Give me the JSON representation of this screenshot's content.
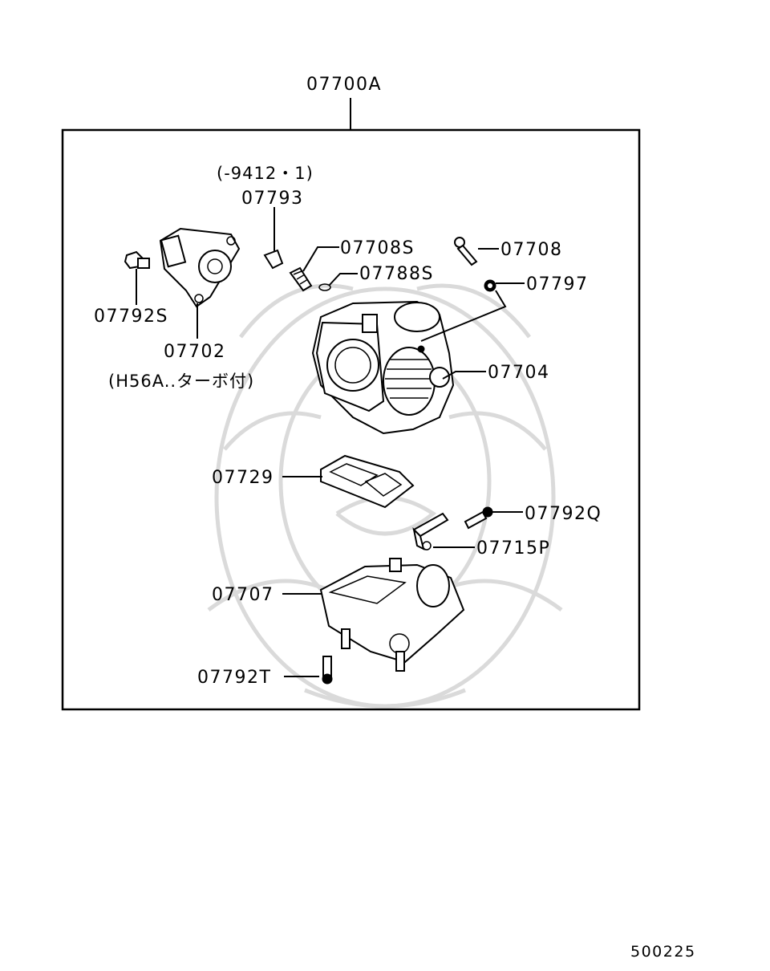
{
  "diagram": {
    "assembly_label": "07700A",
    "figure_number": "500225",
    "notes": {
      "date_note": "(-9412・1)",
      "model_note": "(H56A..ターボ付)"
    },
    "parts": {
      "p07793": "07793",
      "p07708s": "07708S",
      "p07788s": "07788S",
      "p07708": "07708",
      "p07797": "07797",
      "p07792s": "07792S",
      "p07702": "07702",
      "p07704": "07704",
      "p07729": "07729",
      "p07792q": "07792Q",
      "p07715p": "07715P",
      "p07707": "07707",
      "p07792t": "07792T"
    }
  }
}
